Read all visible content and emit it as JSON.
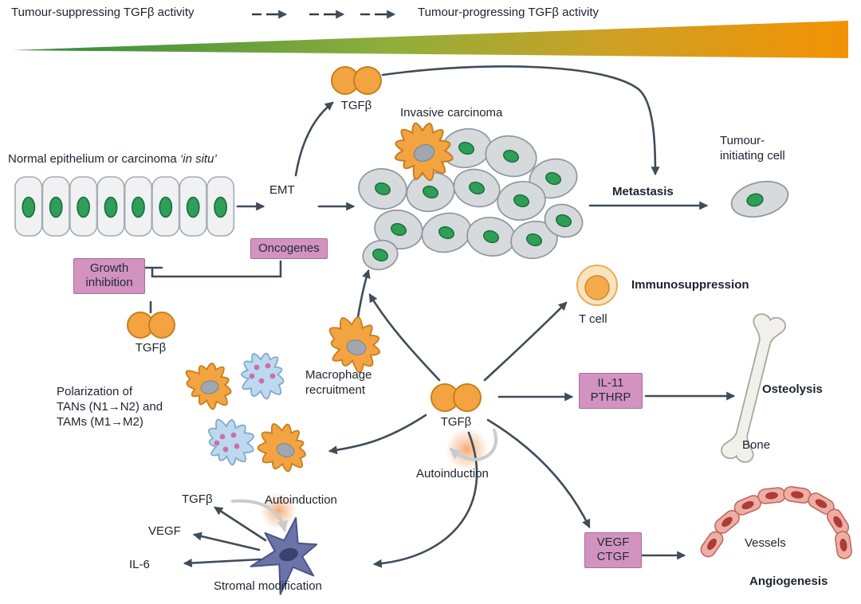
{
  "banner": {
    "left_label": "Tumour-suppressing TGFβ activity",
    "right_label": "Tumour-progressing TGFβ activity"
  },
  "labels": {
    "tgfb_top": "TGFβ",
    "invasive_carcinoma": "Invasive carcinoma",
    "epithelium_prefix": "Normal epithelium or carcinoma ",
    "epithelium_in_situ": "‘in situ’",
    "emt": "EMT",
    "metastasis": "Metastasis",
    "tumour_initiating_cell": "Tumour-\ninitiating cell",
    "oncogenes": "Oncogenes",
    "growth_inhibition": "Growth\ninhibition",
    "tgfb_left": "TGFβ",
    "macrophage_recruitment": "Macrophage\nrecruitment",
    "polarization": "Polarization of\nTANs (N1→N2) and\nTAMs (M1→M2)",
    "tgfb_center": "TGFβ",
    "autoinduction_center": "Autoinduction",
    "t_cell": "T cell",
    "immunosuppression": "Immunosuppression",
    "il11_pthrp": "IL-11\nPTHRP",
    "osteolysis": "Osteolysis",
    "bone": "Bone",
    "tgfb_stromal": "TGFβ",
    "vegf_stromal": "VEGF",
    "il6_stromal": "IL-6",
    "autoinduction_stromal": "Autoinduction",
    "stromal_modification": "Stromal modification",
    "vegf_ctgf": "VEGF\nCTGF",
    "vessels": "Vessels",
    "angiogenesis": "Angiogenesis"
  },
  "colors": {
    "wedge_green": "#2e8b3d",
    "wedge_mid": "#8fae3c",
    "wedge_orange": "#f29204",
    "cell_orange": "#f3a440",
    "cell_orange_stroke": "#c57e20",
    "cell_gray": "#d6dadd",
    "nucleus_green": "#2f9e57",
    "box_pink": "#d293c1",
    "arrow_dark": "#404c58",
    "arrow_gray": "#c7ccd1",
    "tan_blue": "#bcd9ef",
    "fibroblast_blue": "#6a74a8",
    "vessel_pink": "#edafa5",
    "bone_cream": "#f2f0ea"
  }
}
